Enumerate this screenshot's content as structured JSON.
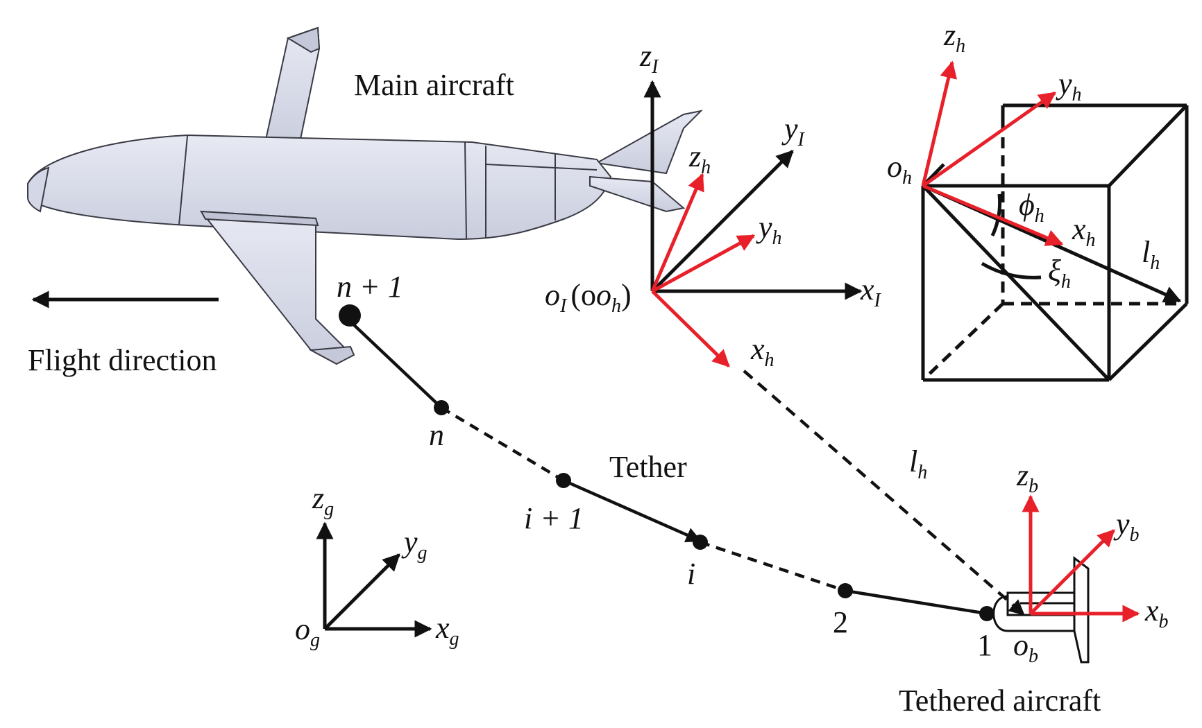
{
  "labels": {
    "main_aircraft": "Main aircraft",
    "flight_direction": "Flight direction",
    "tether": "Tether",
    "tethered_aircraft": "Tethered aircraft",
    "node_n_plus_1": "n + 1",
    "node_n": "n",
    "node_i_plus_1": "i + 1",
    "node_i": "i",
    "node_2": "2",
    "node_1": "1"
  },
  "frames": {
    "inertial": {
      "origin": "o",
      "origin_sub": "I",
      "origin_alias": "(o",
      "origin_alias_sub": "h",
      "origin_alias_close": ")",
      "x": "x",
      "x_sub": "I",
      "y": "y",
      "y_sub": "I",
      "z": "z",
      "z_sub": "I"
    },
    "hinge": {
      "x": "x",
      "x_sub": "h",
      "y": "y",
      "y_sub": "h",
      "z": "z",
      "z_sub": "h"
    },
    "ground": {
      "origin": "o",
      "origin_sub": "g",
      "x": "x",
      "x_sub": "g",
      "y": "y",
      "y_sub": "g",
      "z": "z",
      "z_sub": "g"
    },
    "body": {
      "origin": "o",
      "origin_sub": "b",
      "x": "x",
      "x_sub": "b",
      "y": "y",
      "y_sub": "b",
      "z": "z",
      "z_sub": "b"
    },
    "cube_inset": {
      "origin": "o",
      "origin_sub": "h",
      "x": "x",
      "x_sub": "h",
      "y": "y",
      "y_sub": "h",
      "z": "z",
      "z_sub": "h",
      "phi": "ϕ",
      "phi_sub": "h",
      "xi": "ξ",
      "xi_sub": "h",
      "l": "l",
      "l_sub": "h"
    }
  },
  "distance_label": {
    "l": "l",
    "l_sub": "h"
  },
  "colors": {
    "black": "#111111",
    "red": "#e8202a",
    "aircraft_fill": "#d9dcea",
    "aircraft_stroke": "#3a3a44"
  }
}
